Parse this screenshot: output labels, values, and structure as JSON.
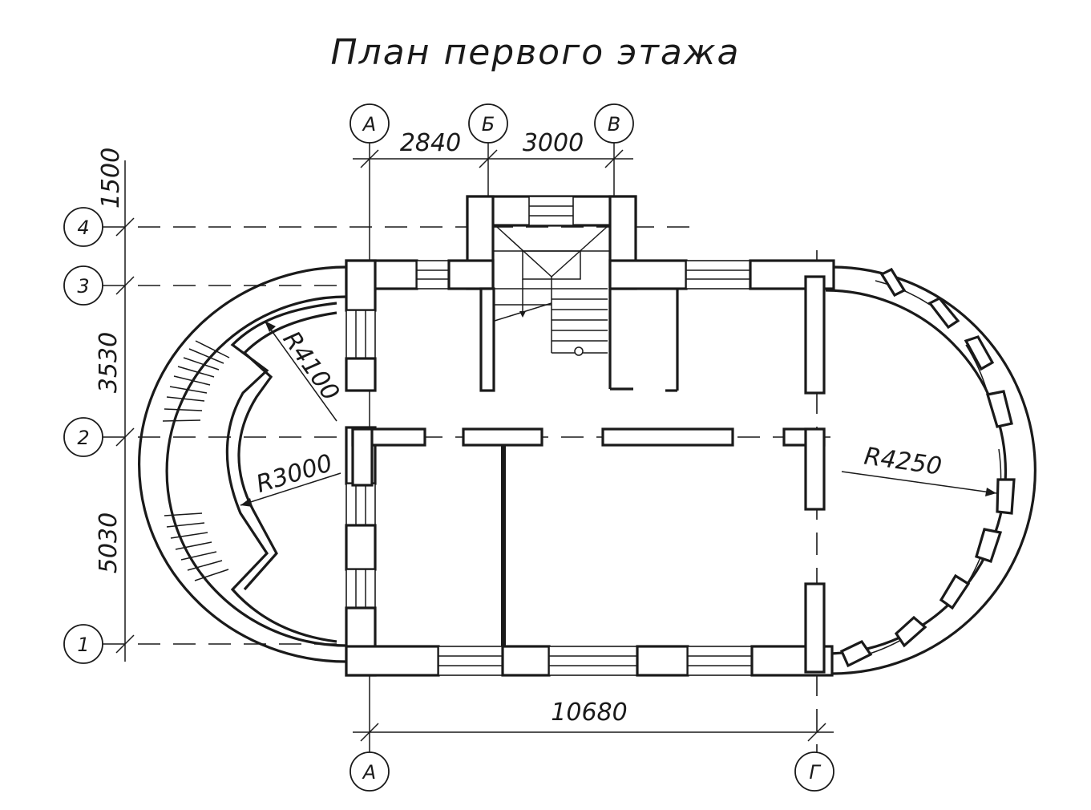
{
  "title": "План первого этажа",
  "dimensions": {
    "span_ab": "2840",
    "span_bv": "3000",
    "span_43": "1500",
    "span_32": "3530",
    "span_21": "5030",
    "span_ag": "10680"
  },
  "radii": {
    "r_outer_left": "R4100",
    "r_inner_left": "R3000",
    "r_right": "R4250"
  },
  "axes": {
    "col_a_top": "А",
    "col_b_top": "Б",
    "col_v_top": "В",
    "col_a_bottom": "А",
    "col_g_bottom": "Г",
    "row_4": "4",
    "row_3": "3",
    "row_2": "2",
    "row_1": "1"
  }
}
